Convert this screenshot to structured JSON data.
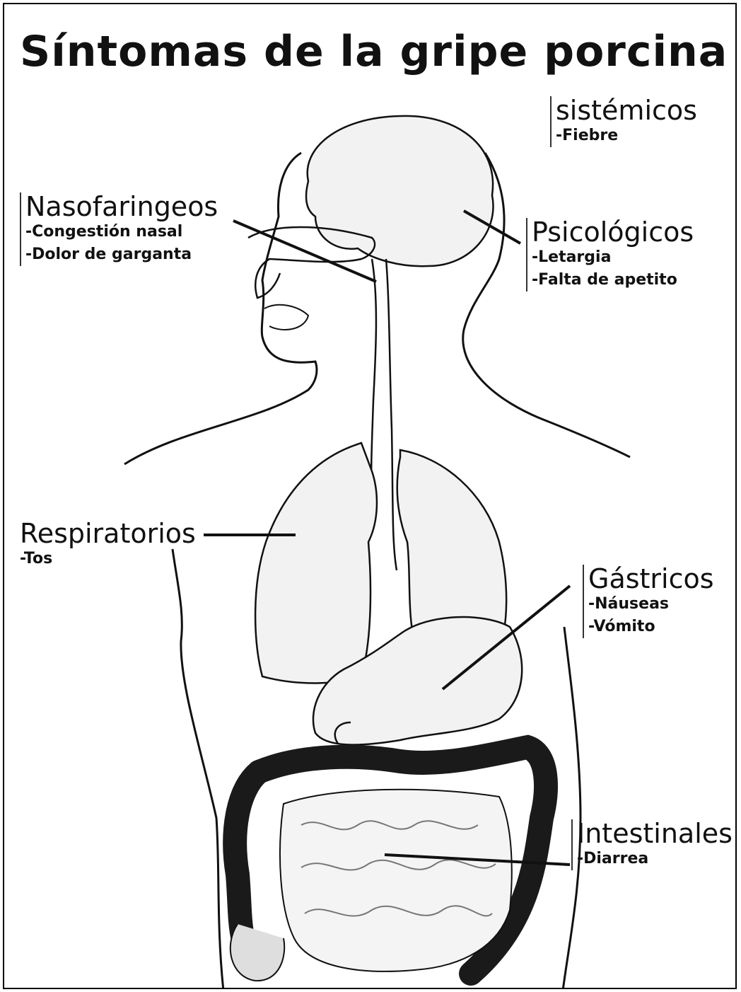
{
  "title": "Síntomas de la gripe porcina",
  "groups": {
    "sistemicos": {
      "heading": "sistémicos",
      "items": [
        "-Fiebre"
      ]
    },
    "nasofaringeos": {
      "heading": "Nasofaringeos",
      "items": [
        "-Congestión nasal",
        "-Dolor de garganta"
      ]
    },
    "psicologicos": {
      "heading": "Psicológicos",
      "items": [
        "-Letargia",
        "-Falta de apetito"
      ]
    },
    "respiratorios": {
      "heading": "Respiratorios",
      "items": [
        "-Tos"
      ]
    },
    "gastricos": {
      "heading": "Gástricos",
      "items": [
        "-Náuseas",
        "-Vómito"
      ]
    },
    "intestinales": {
      "heading": "Intestinales",
      "items": [
        "-Diarrea"
      ]
    }
  },
  "colors": {
    "ink": "#111111",
    "organ_fill": "#f2f2f2",
    "colon": "#1a1a1a"
  }
}
